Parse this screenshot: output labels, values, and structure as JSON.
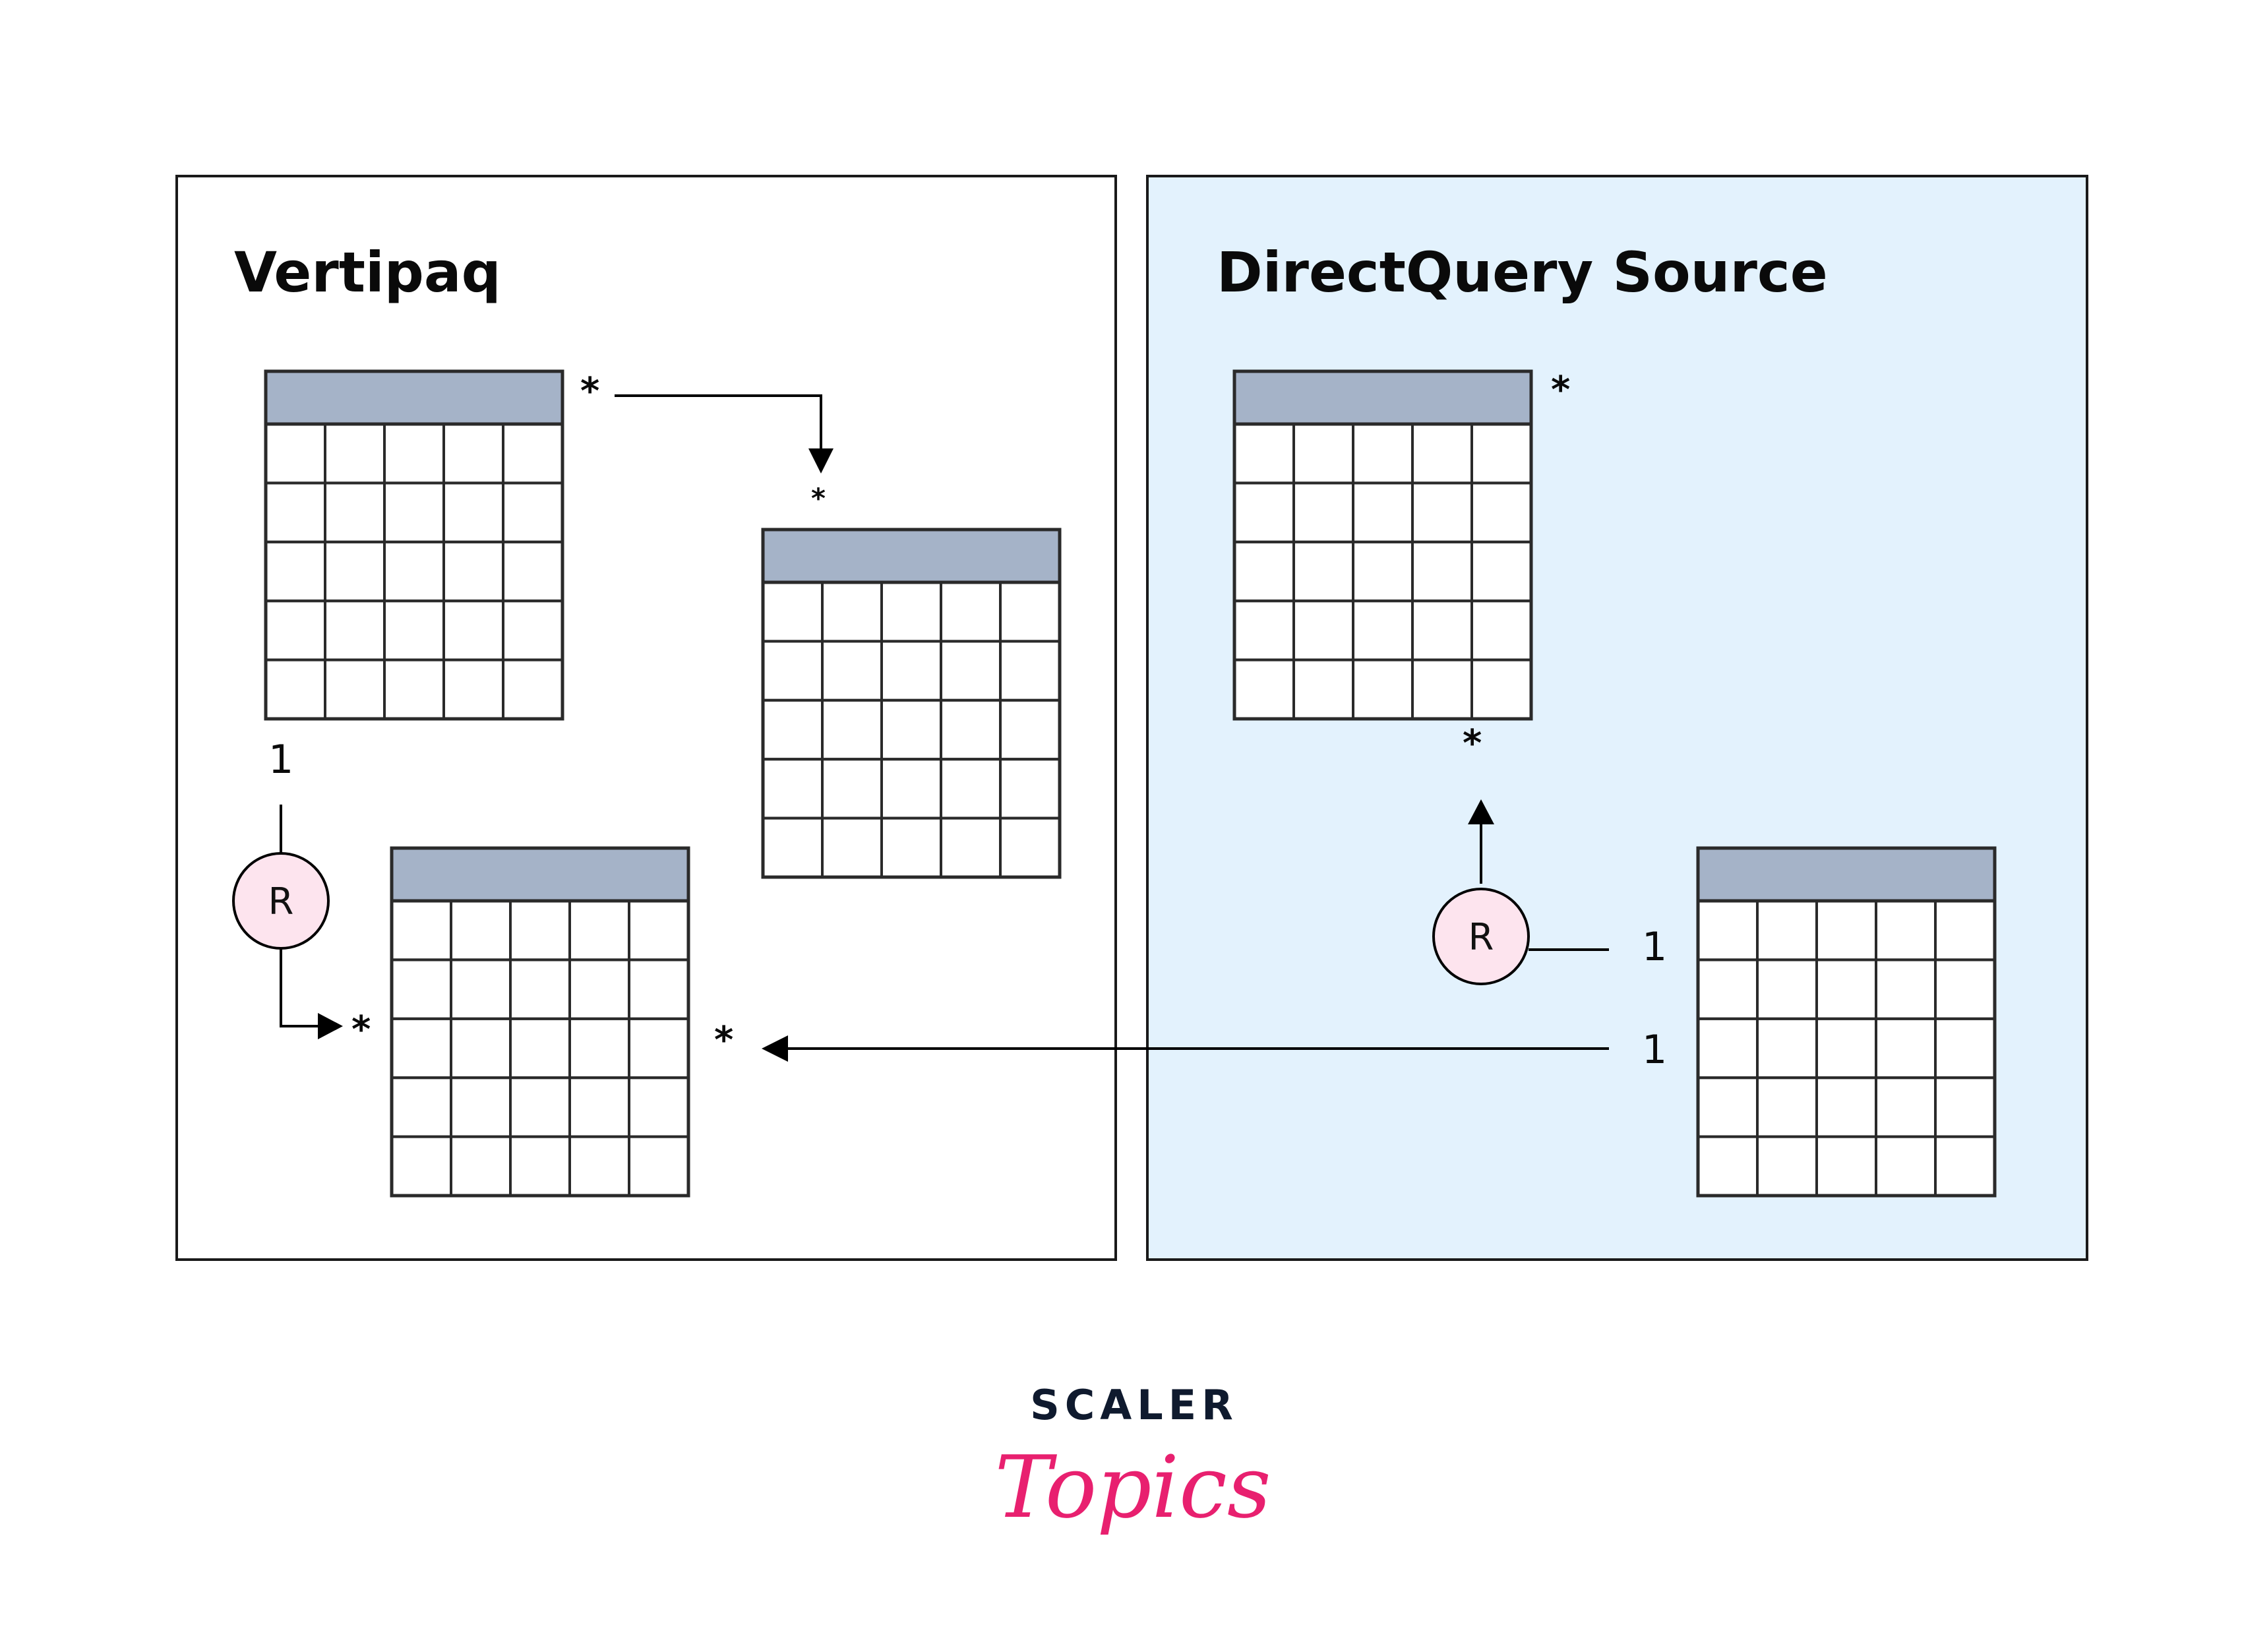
{
  "panels": {
    "left": {
      "title": "Vertipaq",
      "background": "#ffffff"
    },
    "right": {
      "title": "DirectQuery Source",
      "background": "#e3f2fd"
    }
  },
  "tables": {
    "columns": 5,
    "rows": 5,
    "header_color": "#a5b3c8",
    "border_color": "#2a2a2a"
  },
  "relationships": {
    "node_label": "R",
    "node_fill": "#fde4ee",
    "labels": {
      "many": "*",
      "one": "1"
    }
  },
  "logo": {
    "line1": "SCALER",
    "line2": "Topics",
    "line1_color": "#0f1a2e",
    "line2_color": "#e8206f"
  }
}
